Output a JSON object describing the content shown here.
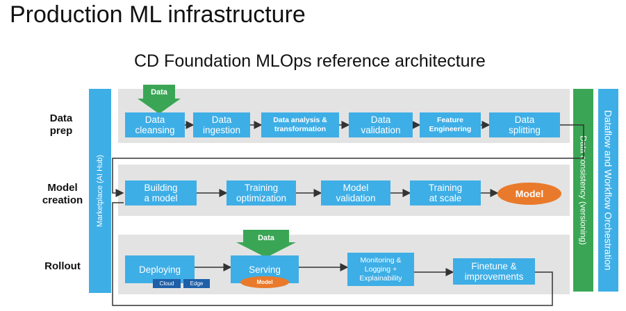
{
  "title": "Production ML infrastructure",
  "subtitle": "CD Foundation MLOps reference architecture",
  "rows": {
    "data_prep": "Data\nprep",
    "model_creation": "Model\ncreation",
    "rollout": "Rollout"
  },
  "marketplace": "Marketplace (AI Hub)",
  "data_consistency": "Data consistency (versioning)",
  "orchestration": "Dataflow and Workflow Orchestration",
  "data_prep_steps": [
    "Data\ncleansing",
    "Data\ningestion",
    "Data analysis &\ntransformation",
    "Data\nvalidation",
    "Feature\nEngineering",
    "Data\nsplitting"
  ],
  "model_creation_steps": [
    "Building\na model",
    "Training\noptimization",
    "Model\nvalidation",
    "Training\nat scale"
  ],
  "model_output": "Model",
  "rollout_steps": [
    "Deploying",
    "Serving",
    "Monitoring &\nLogging +\nExplainability",
    "Finetune &\nimprovements"
  ],
  "deploy_targets": [
    "Cloud",
    "Edge"
  ],
  "serving_model": "Model",
  "data_input_top": "Data",
  "data_input_rollout": "Data",
  "colors": {
    "box": "#3eaee6",
    "band": "#e3e3e3",
    "green": "#3aa655",
    "orange": "#e97a2b",
    "tag": "#1e5fa8"
  }
}
